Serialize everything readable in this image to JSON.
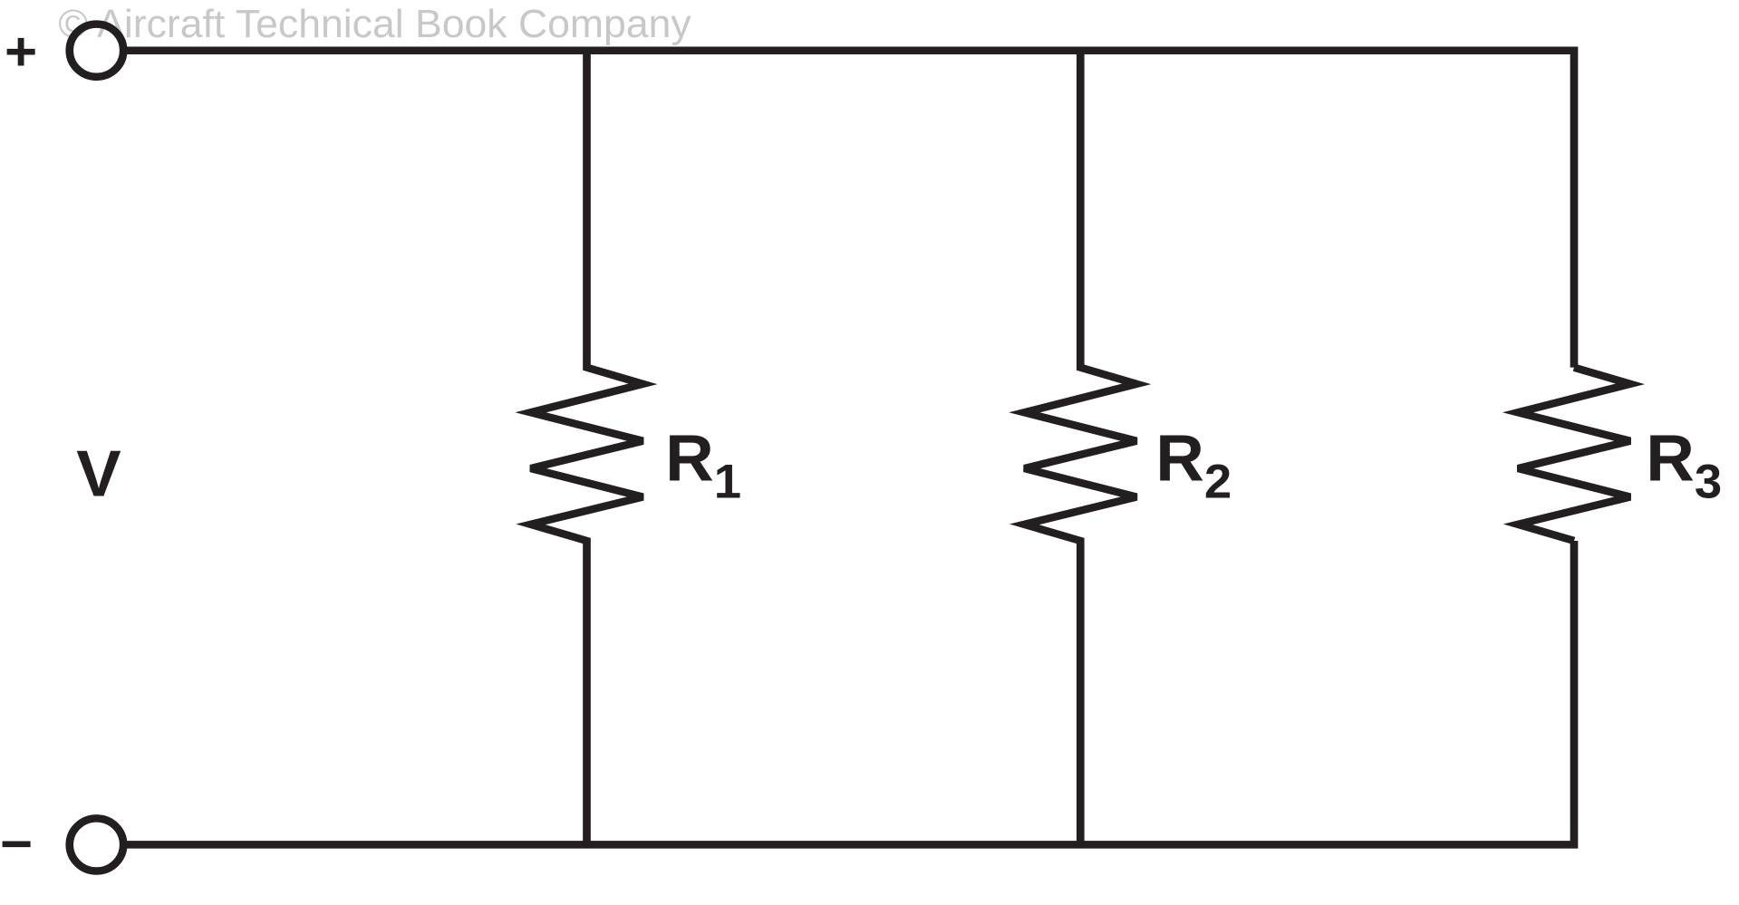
{
  "watermark": "© Aircraft Technical Book Company",
  "terminals": {
    "positive": "+",
    "negative": "−"
  },
  "source_label": "V",
  "resistors": [
    {
      "letter": "R",
      "sub": "1"
    },
    {
      "letter": "R",
      "sub": "2"
    },
    {
      "letter": "R",
      "sub": "3"
    }
  ],
  "colors": {
    "wire": "#231f20",
    "watermark": "#c8c8c8"
  }
}
